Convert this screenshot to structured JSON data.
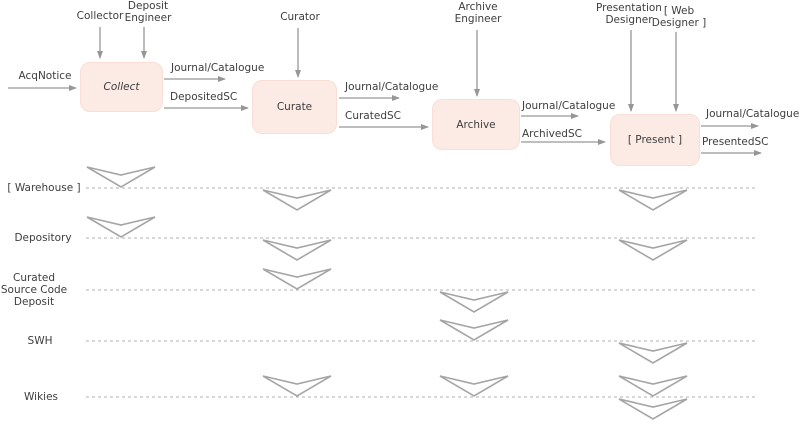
{
  "colors": {
    "process_box_fill": "#fcebe5",
    "arrow_line": "#969696",
    "lane_dash": "#b0b0b0",
    "text": "#3d3d3d"
  },
  "actors": [
    {
      "label": "Collector"
    },
    {
      "label": "Deposit\nEngineer"
    },
    {
      "label": "Curator"
    },
    {
      "label": "Archive\nEngineer"
    },
    {
      "label": "Presentation\nDesigner"
    },
    {
      "label": "[ Web\nDesigner ]"
    }
  ],
  "processes": [
    {
      "label": "Collect"
    },
    {
      "label": "Curate"
    },
    {
      "label": "Archive"
    },
    {
      "label": "[ Present ]"
    }
  ],
  "inputs": {
    "acq_notice": "AcqNotice"
  },
  "flows": [
    {
      "label": "Journal/Catalogue"
    },
    {
      "label": "DepositedSC"
    },
    {
      "label": "Journal/Catalogue"
    },
    {
      "label": "CuratedSC"
    },
    {
      "label": "Journal/Catalogue"
    },
    {
      "label": "ArchivedSC"
    },
    {
      "label": "Journal/Catalogue"
    },
    {
      "label": "PresentedSC"
    }
  ],
  "lanes": [
    {
      "label": "[ Warehouse ]"
    },
    {
      "label": "Depository"
    },
    {
      "label": "Curated\nSource Code\nDeposit"
    },
    {
      "label": "SWH"
    },
    {
      "label": "Wikies"
    }
  ]
}
